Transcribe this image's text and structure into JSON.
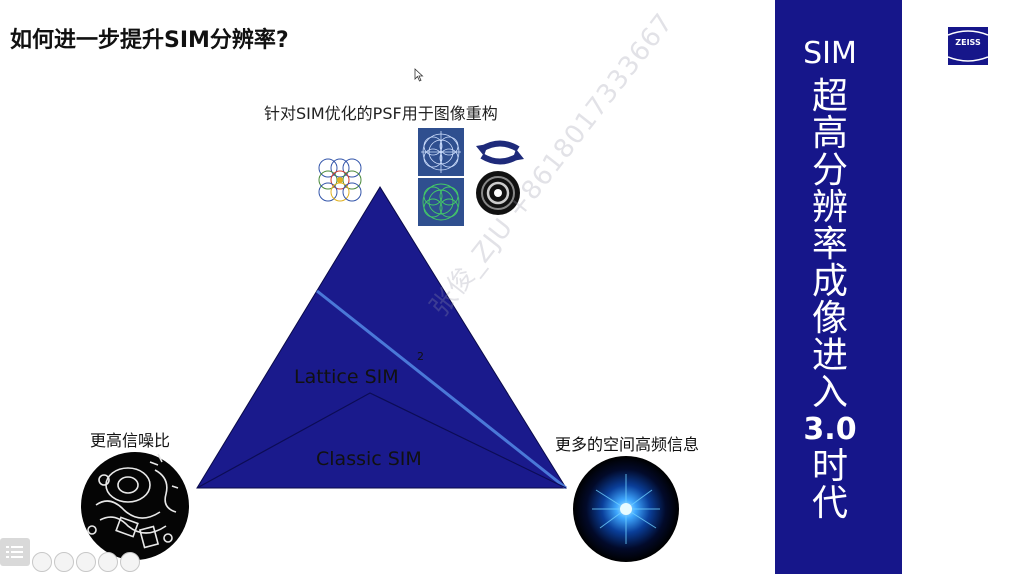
{
  "slide": {
    "title": "如何进一步提升SIM分辨率?",
    "psf_caption": "针对SIM优化的PSF用于图像重构",
    "lattice_label": "Lattice SIM",
    "lattice_superscript": "2",
    "classic_label": "Classic SIM",
    "left_corner_label": "更高信噪比",
    "right_corner_label": "更多的空间高频信息",
    "watermark": "张俊_ZJU +8618017333667"
  },
  "sidebar": {
    "sim": "SIM",
    "chars": [
      "超",
      "高",
      "分",
      "辨",
      "率",
      "成",
      "像",
      "进",
      "入"
    ],
    "version": "3.0",
    "chars_tail": [
      "时",
      "代"
    ]
  },
  "logo": {
    "text": "ZEISS"
  },
  "colors": {
    "accent": "#16168a",
    "triangle": "#1a1a8c",
    "divider": "#4a78d8"
  },
  "icons": [
    "cursor-icon",
    "sim-pattern-icon",
    "psf-pattern-icon",
    "rotate-arrows-icon",
    "airy-disc-icon",
    "cell-image-icon",
    "frequency-image-icon",
    "menu-icon"
  ]
}
